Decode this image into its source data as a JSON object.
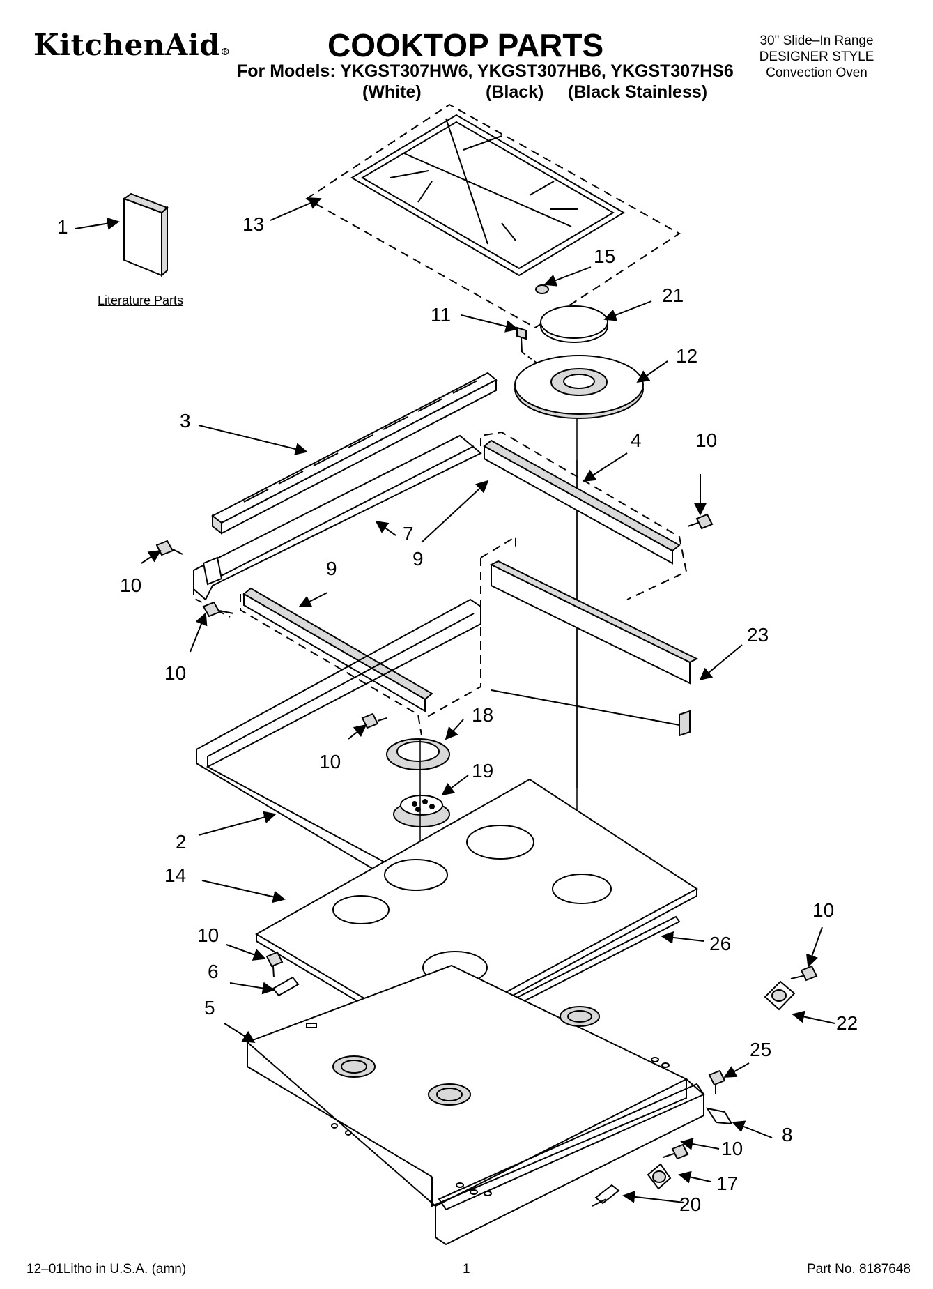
{
  "header": {
    "brand": "KitchenAid",
    "brand_mark": "®",
    "title": "COOKTOP PARTS",
    "models_line": "For Models: YKGST307HW6, YKGST307HB6, YKGST307HS6",
    "variants": [
      "(White)",
      "(Black)",
      "(Black Stainless)"
    ],
    "range_info": [
      "30\" Slide–In Range",
      "DESIGNER STYLE",
      "Convection Oven"
    ]
  },
  "literature_label": "Literature Parts",
  "callouts": [
    "1",
    "13",
    "15",
    "21",
    "11",
    "12",
    "3",
    "10",
    "4",
    "7",
    "9",
    "9",
    "10",
    "10",
    "23",
    "10",
    "18",
    "19",
    "2",
    "14",
    "10",
    "6",
    "5",
    "26",
    "10",
    "22",
    "25",
    "10",
    "8",
    "17",
    "20"
  ],
  "footer": {
    "left": "12–01Litho in U.S.A. (amn)",
    "page": "1",
    "part_no": "Part No. 8187648"
  },
  "colors": {
    "ink": "#000000",
    "fill": "#ffffff",
    "shade": "#d9d9d9"
  }
}
